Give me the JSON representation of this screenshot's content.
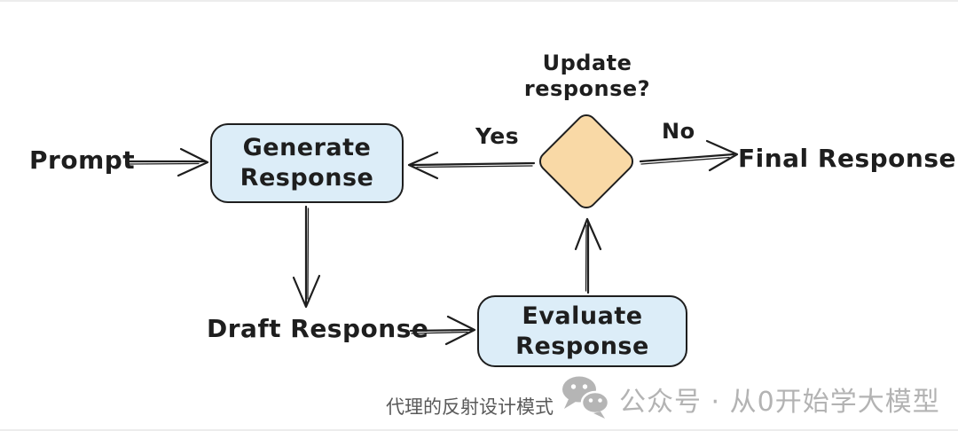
{
  "colors": {
    "node-fill": "#dcedf8",
    "decision-fill": "#f9d9a6",
    "stroke": "#1e1e1e",
    "text": "#1e1e1e",
    "caption-color": "#595959",
    "wechat-color": "#b3b3b3"
  },
  "diagram": {
    "nodes": {
      "generate": {
        "label": "Generate Response"
      },
      "evaluate": {
        "label": "Evaluate Response"
      },
      "decision": {
        "label": "Update response?"
      }
    },
    "labels": {
      "prompt": "Prompt",
      "draft": "Draft Response",
      "final": "Final Response",
      "yes": "Yes",
      "no": "No"
    },
    "edges": [
      "Prompt -> Generate Response",
      "Generate Response -> Draft Response",
      "Draft Response -> Evaluate Response",
      "Evaluate Response -> Update response?",
      "Update response? -Yes-> Generate Response",
      "Update response? -No-> Final Response"
    ]
  },
  "footer": {
    "caption": "代理的反射设计模式",
    "wechat_label": "公众号 · 从0开始学大模型",
    "wechat_icon": "wechat-icon"
  }
}
